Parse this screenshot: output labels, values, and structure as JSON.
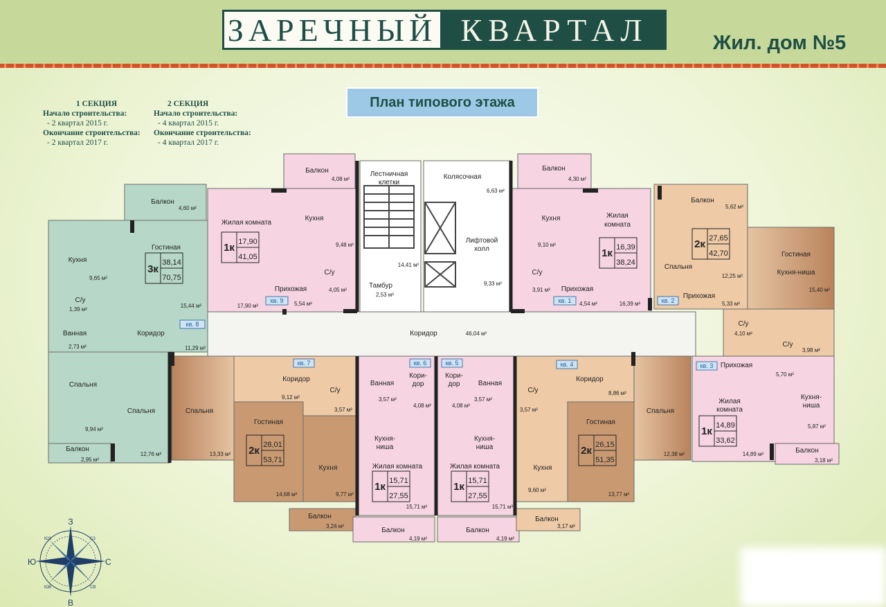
{
  "header": {
    "logo_left": "ЗАРЕЧНЫЙ",
    "logo_right": "КВАРТАЛ",
    "house": "Жил. дом №5",
    "plan_title": "План типового этажа"
  },
  "sections": [
    {
      "title": "1 СЕКЦИЯ",
      "start_label": "Начало строительства:",
      "start": "- 2 квартал 2015 г.",
      "end_label": "Окончание строительства:",
      "end": "- 2 квартал 2017 г."
    },
    {
      "title": "2 СЕКЦИЯ",
      "start_label": "Начало строительства:",
      "start": "- 4 квартал 2015 г.",
      "end_label": "Окончание строительства:",
      "end": "- 4 квартал 2017 г."
    }
  ],
  "rooms": {
    "balc_t1": "Балкон",
    "balc_t1_a": "4,08 м²",
    "balc_t2": "Балкон",
    "balc_t2_a": "4,30 м²",
    "balc_l": "Балкон",
    "balc_l_a": "4,60 м²",
    "balc_r": "Балкон",
    "balc_r_a": "5,62 м²",
    "stair": "Лестничная",
    "stair2": "клетки",
    "kolyas": "Колясочная",
    "kolyas_a": "6,63 м²",
    "lift": "Лифтовой",
    "lift2": "холл",
    "lift_a": "9,33 м²",
    "stair_a": "14,41 м²",
    "tambur": "Тамбур",
    "tambur_a": "2,53 м²",
    "k8_kitchen": "Кухня",
    "k8_kitchen_a": "9,65 м²",
    "k8_su": "С/у",
    "k8_su_a": "1,39 м²",
    "k8_bath": "Ванная",
    "k8_bath_a": "2,73 м²",
    "k8_living": "Гостиная",
    "k8_living_a": "15,44 м²",
    "k8_corr": "Коридор",
    "k8_corr_a": "11,29 м²",
    "k8_tag": "кв. 8",
    "k8_bed1": "Спальня",
    "k8_bed1_a": "9,94 м²",
    "k8_bed2": "Спальня",
    "k8_bed2_a": "12,76 м²",
    "k8_balc": "Балкон",
    "k8_balc_a": "2,95 м²",
    "k8_type": "3к",
    "k8_s1": "38,14",
    "k8_s2": "70,75",
    "k9_living": "Жилая комната",
    "k9_living_a": "17,90 м²",
    "k9_kitchen": "Кухня",
    "k9_kitchen_a": "9,48 м²",
    "k9_hall": "Прихожая",
    "k9_hall_a": "5,54 м²",
    "k9_su": "С/у",
    "k9_su_a": "4,05 м²",
    "k9_tag": "кв. 9",
    "k9_type": "1к",
    "k9_s1": "17,90",
    "k9_s2": "41,05",
    "k1_kitchen": "Кухня",
    "k1_kitchen_a": "9,10 м²",
    "k1_su": "С/у",
    "k1_su_a": "3,91 м²",
    "k1_hall": "Прихожая",
    "k1_hall_a": "4,54 м²",
    "k1_living": "Жилая",
    "k1_living2": "комната",
    "k1_living_a": "16,39 м²",
    "k1_tag": "кв. 1",
    "k1_type": "1к",
    "k1_s1": "16,39",
    "k1_s2": "38,24",
    "k2_bed": "Спальня",
    "k2_bed_a": "12,25 м²",
    "k2_hall": "Прихожая",
    "k2_hall_a": "5,33 м²",
    "k2_living": "Гостиная",
    "k2_kn": "Кухня-ниша",
    "k2_kn_a": "15,40 м²",
    "k2_tag": "кв. 2",
    "k2_type": "2к",
    "k2_s1": "27,65",
    "k2_s2": "42,70",
    "k2_su": "С/у",
    "k2_su_a": "4,10 м²",
    "k3_su": "С/у",
    "k3_su_a": "3,98 м²",
    "k3_tag": "кв. 3",
    "k3_hall": "Прихожая",
    "k3_hall_a": "5,70 м²",
    "k3_living": "Жилая",
    "k3_living2": "комната",
    "k3_living_a": "14,89 м²",
    "k3_kn": "Кухня-",
    "k3_kn2": "ниша",
    "k3_kn_a": "5,87 м²",
    "k3_balc": "Балкон",
    "k3_balc_a": "3,18 м²",
    "k3_type": "1к",
    "k3_s1": "14,89",
    "k3_s2": "33,62",
    "corridor": "Коридор",
    "corridor_a": "46,04 м²",
    "k7_bed": "Спальня",
    "k7_bed_a": "13,33 м²",
    "k7_corr": "Коридор",
    "k7_corr_a": "9,12 м²",
    "k7_su": "С/у",
    "k7_su_a": "3,57 м²",
    "k7_living": "Гостиная",
    "k7_living_a": "14,68 м²",
    "k7_kitchen": "Кухня",
    "k7_kitchen_a": "9,77 м²",
    "k7_balc": "Балкон",
    "k7_balc_a": "3,24 м²",
    "k7_tag": "кв. 7",
    "k7_type": "2к",
    "k7_s1": "28,01",
    "k7_s2": "53,71",
    "k6_bath": "Ванная",
    "k6_bath_a": "3,57 м²",
    "k6_corr": "Кори-",
    "k6_corr2": "дор",
    "k6_corr_a": "4,08 м²",
    "k6_kn": "Кухня-",
    "k6_kn2": "ниша",
    "k6_living": "Жилая комната",
    "k6_living_a": "15,71 м²",
    "k6_balc": "Балкон",
    "k6_balc_a": "4,19 м²",
    "k6_tag": "кв. 6",
    "k6_type": "1к",
    "k6_s1": "15,71",
    "k6_s2": "27,55",
    "k5_bath": "Ванная",
    "k5_bath_a": "3,57 м²",
    "k5_corr": "Кори-",
    "k5_corr2": "дор",
    "k5_corr_a": "4,08 м²",
    "k5_kn": "Кухня-",
    "k5_kn2": "ниша",
    "k5_living": "Жилая комната",
    "k5_living_a": "15,71 м²",
    "k5_balc": "Балкон",
    "k5_balc_a": "4,19 м²",
    "k5_tag": "кв. 5",
    "k5_type": "1к",
    "k5_s1": "15,71",
    "k5_s2": "27,55",
    "k4_su": "С/у",
    "k4_su_a": "3,57 м²",
    "k4_corr": "Коридор",
    "k4_corr_a": "8,86 м²",
    "k4_living": "Гостиная",
    "k4_living_a": "13,77 м²",
    "k4_kitchen": "Кухня",
    "k4_kitchen_a": "9,60 м²",
    "k4_bed": "Спальня",
    "k4_bed_a": "12,38 м²",
    "k4_balc": "Балкон",
    "k4_balc_a": "3,17 м²",
    "k4_tag": "кв. 4",
    "k4_type": "2к",
    "k4_s1": "26,15",
    "k4_s2": "51,35"
  },
  "compass": {
    "n": "З",
    "s": "В",
    "w": "Ю",
    "e": "С",
    "ne": "СЗ",
    "nw": "ЮЗ",
    "se": "СВ",
    "sw": "ЮВ"
  },
  "colors": {
    "green": "#b7d8c8",
    "pink": "#f6d4e1",
    "peach": "#eecaa6",
    "brown": "#c99a72",
    "corridor": "#f4f4f0",
    "wall": "#222222"
  }
}
